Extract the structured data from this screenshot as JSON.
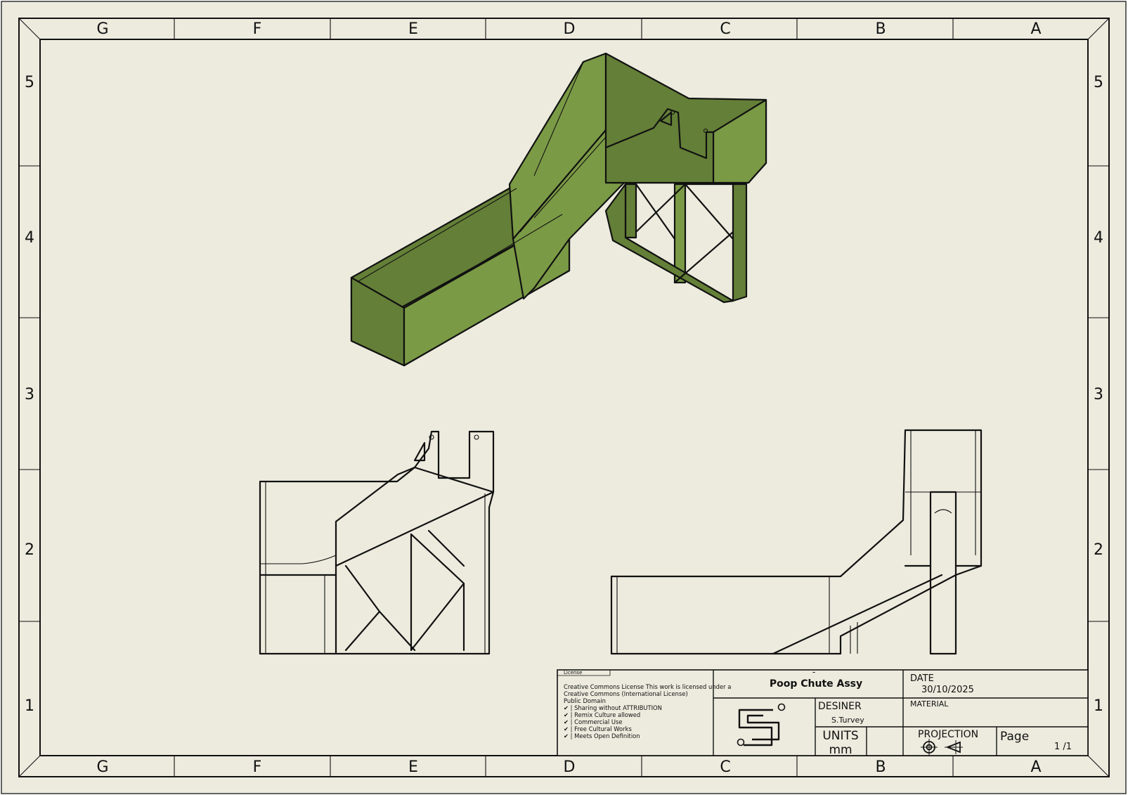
{
  "frame": {
    "columns": [
      "G",
      "F",
      "E",
      "D",
      "C",
      "B",
      "A"
    ],
    "rows": [
      "5",
      "4",
      "3",
      "2",
      "1"
    ]
  },
  "title_block": {
    "license_header": "License",
    "license_lines": [
      "Creative Commons License This work is licensed under a",
      "Creative Commons (International License)",
      "Public Domain",
      "✔ | Sharing without ATTRIBUTION",
      "✔ | Remix Culture allowed",
      "✔ | Commercial Use",
      "✔ | Free Cultural Works",
      "✔ | Meets Open Definition"
    ],
    "dash": "-",
    "title": "Poop Chute Assy",
    "date_label": "DATE",
    "date_value": "30/10/2025",
    "designer_label": "DESINER",
    "designer_value": "S.Turvey",
    "material_label": "MATERIAL",
    "units_label": "UNITS",
    "units_value": "mm",
    "projection_label": "PROJECTION",
    "page_label": "Page",
    "page_value": "1 /1"
  },
  "colors": {
    "paper": "#ecebde",
    "line": "#111111",
    "model_green": "#7b9a45",
    "model_green_dark": "#647f37"
  },
  "icons": [
    "designer-logo-icon",
    "third-angle-projection-icon"
  ]
}
